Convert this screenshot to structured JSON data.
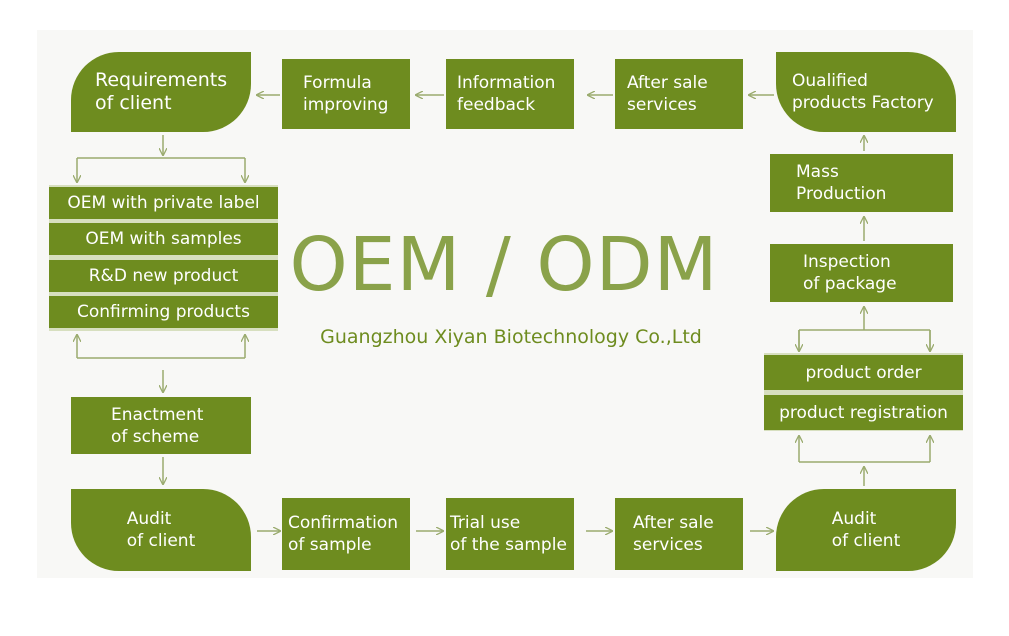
{
  "colors": {
    "box": "#6e8c1f",
    "title": "#8aa24a",
    "arrow": "#9aab6e"
  },
  "title": "OEM / ODM",
  "subtitle": "Guangzhou Xiyan Biotechnology Co.,Ltd",
  "top_row": {
    "requirements": "Requirements\nof client",
    "formula": "Formula\nimproving",
    "information": "Information\nfeedback",
    "after_sale": "After sale\nservices",
    "qualified": "Oualified\nproducts Factory"
  },
  "left_column": {
    "options": [
      "OEM with private label",
      "OEM with samples",
      "R&D new product",
      "Confirming products"
    ],
    "enactment": "Enactment\nof scheme"
  },
  "right_column": {
    "mass": "Mass\nProduction",
    "inspection": "Inspection\nof package",
    "order_options": [
      "product order",
      "product registration"
    ]
  },
  "bottom_row": {
    "audit_left": "Audit\nof client",
    "confirmation": "Confirmation\nof sample",
    "trial": "Trial use\nof the sample",
    "after_sale": "After sale\nservices",
    "audit_right": "Audit\nof client"
  }
}
